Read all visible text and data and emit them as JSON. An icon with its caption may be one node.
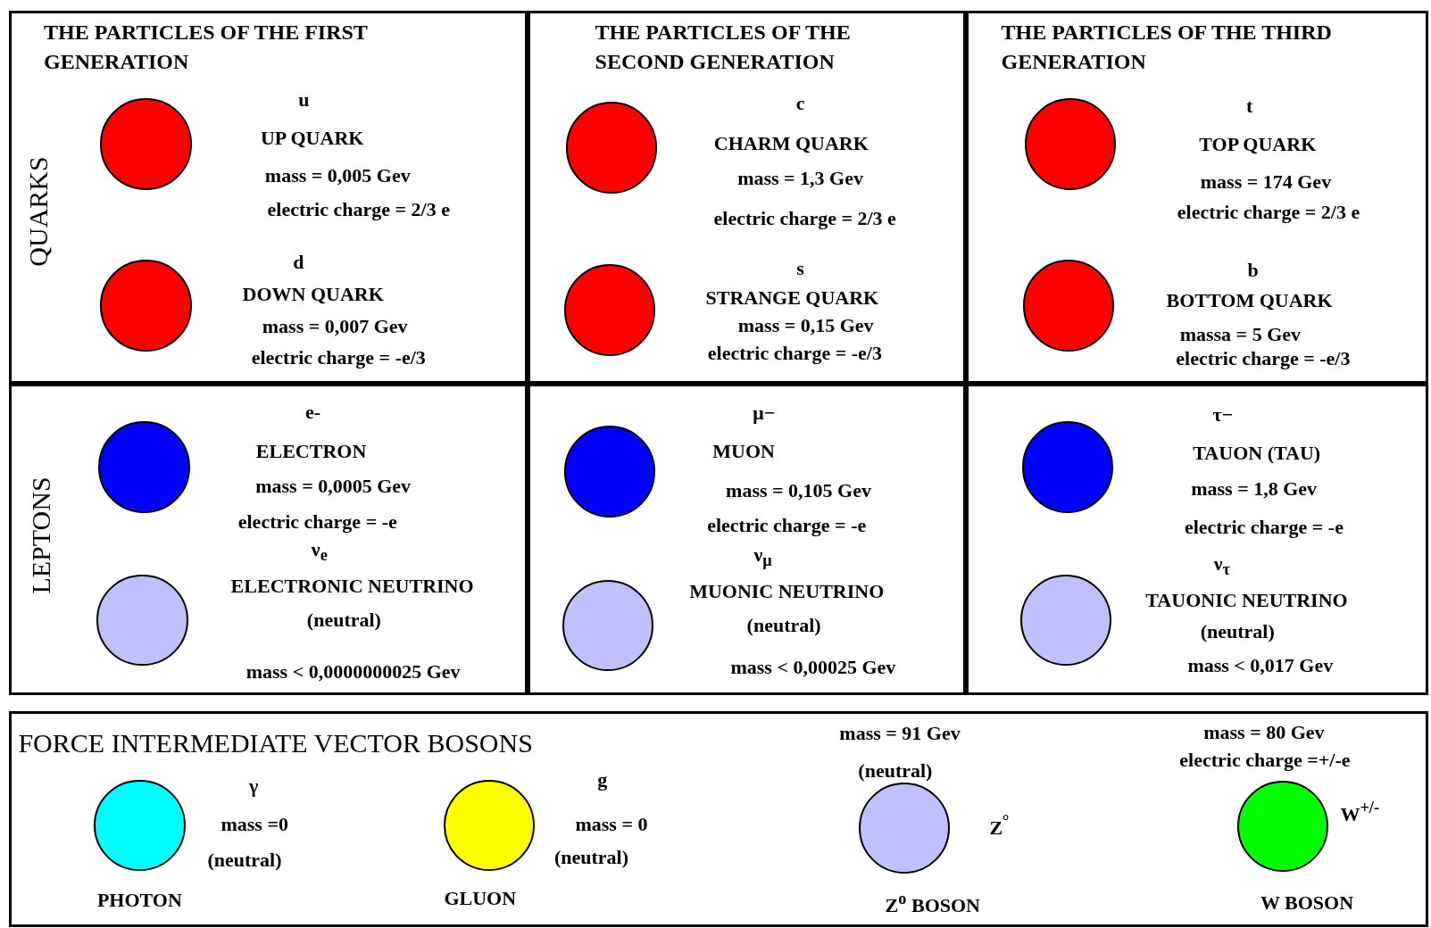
{
  "diagram": {
    "nodes": [
      {
        "text": [
          "THE PARTICLES OF THE FIRST GENERATION"
        ]
      },
      {
        "text": [],
        "shape": "circle",
        "in": 0,
        "beside": [
          "u",
          "UP QUARK",
          "mass = 0,005 Gev",
          "electric charge = 2/3 e"
        ]
      },
      {
        "text": [],
        "shape": "circle",
        "in": 0,
        "beside": [
          "d",
          "DOWN QUARK",
          "mass = 0,007 Gev",
          "electric charge = -e/3"
        ]
      },
      {
        "text": [
          "THE PARTICLES OF THE SECOND GENERATION"
        ]
      },
      {
        "text": [],
        "shape": "circle",
        "in": 3,
        "beside": [
          "c",
          "CHARM QUARK",
          "mass = 1,3 Gev",
          "electric charge = 2/3 e"
        ]
      },
      {
        "text": [],
        "shape": "circle",
        "in": 3,
        "beside": [
          "s",
          "STRANGE QUARK",
          "mass = 0,15 Gev",
          "electric charge = -e/3"
        ]
      },
      {
        "text": [
          "THE PARTICLES OF THE THIRD GENERATION"
        ]
      },
      {
        "text": [],
        "shape": "circle",
        "in": 6,
        "beside": [
          "t",
          "TOP QUARK",
          "mass = 174 Gev",
          "electric charge = 2/3 e"
        ]
      },
      {
        "text": [],
        "shape": "circle",
        "in": 6,
        "beside": [
          "b",
          "BOTTOM QUARK",
          "massa = 5 Gev",
          "electric charge = -e/3"
        ]
      },
      {
        "text": [],
        "shape": "box"
      },
      {
        "text": [],
        "shape": "circle",
        "in": 9,
        "beside": [
          "e-",
          "ELECTRON",
          "mass = 0,0005 Gev",
          "electric charge = -e"
        ]
      },
      {
        "text": [],
        "shape": "circle",
        "in": 9,
        "beside": [
          "ν$_{e}$",
          "ELECTRONIC NEUTRINO",
          "(neutral)",
          "mass < 0,0000000025 Gev"
        ]
      },
      {
        "text": [],
        "shape": "box"
      },
      {
        "text": [],
        "shape": "circle",
        "in": 12,
        "beside": [
          "μ−",
          "MUON",
          "mass = 0,105 Gev",
          "electric charge = -e"
        ]
      },
      {
        "text": [],
        "shape": "circle",
        "in": 12,
        "beside": [
          "ν$_{μ}$",
          "MUONIC NEUTRINO",
          "(neutral)",
          "mass < 0,00025 Gev"
        ]
      },
      {
        "text": [],
        "shape": "box"
      },
      {
        "text": [],
        "shape": "circle",
        "in": 15,
        "beside": [
          "τ−",
          "TAUON (TAU)",
          "mass = 1,8 Gev",
          "electric charge = -e"
        ]
      },
      {
        "text": [],
        "shape": "circle",
        "in": 15,
        "beside": [
          "ν$_{τ}$",
          "TAUONIC NEUTRINO",
          "(neutral)",
          "mass < 0,017 Gev"
        ]
      },
      {
        "text": [
          "FORCE INTERMEDIATE VECTOR BOSONS"
        ]
      },
      {
        "text": [],
        "shape": "circle",
        "in": 18,
        "beside": [
          "γ",
          "mass =0",
          "(neutral)",
          "PHOTON"
        ]
      },
      {
        "text": [],
        "shape": "circle",
        "in": 18,
        "beside": [
          "g",
          "mass = 0",
          "(neutral)",
          "GLUON"
        ]
      },
      {
        "text": [],
        "shape": "circle",
        "in": 18,
        "beside": [
          "mass = 91 Gev",
          "(neutral)",
          "Z$^{°}$",
          "Z$^{o}$ BOSON"
        ]
      },
      {
        "text": [],
        "shape": "circle",
        "in": 18,
        "beside": [
          "mass = 80 Gev",
          "electric charge =+/-e",
          "W$^{+/-}$",
          "W BOSON"
        ]
      }
    ],
    "labels": [
      "QUARKS",
      "LEPTONS"
    ]
  }
}
